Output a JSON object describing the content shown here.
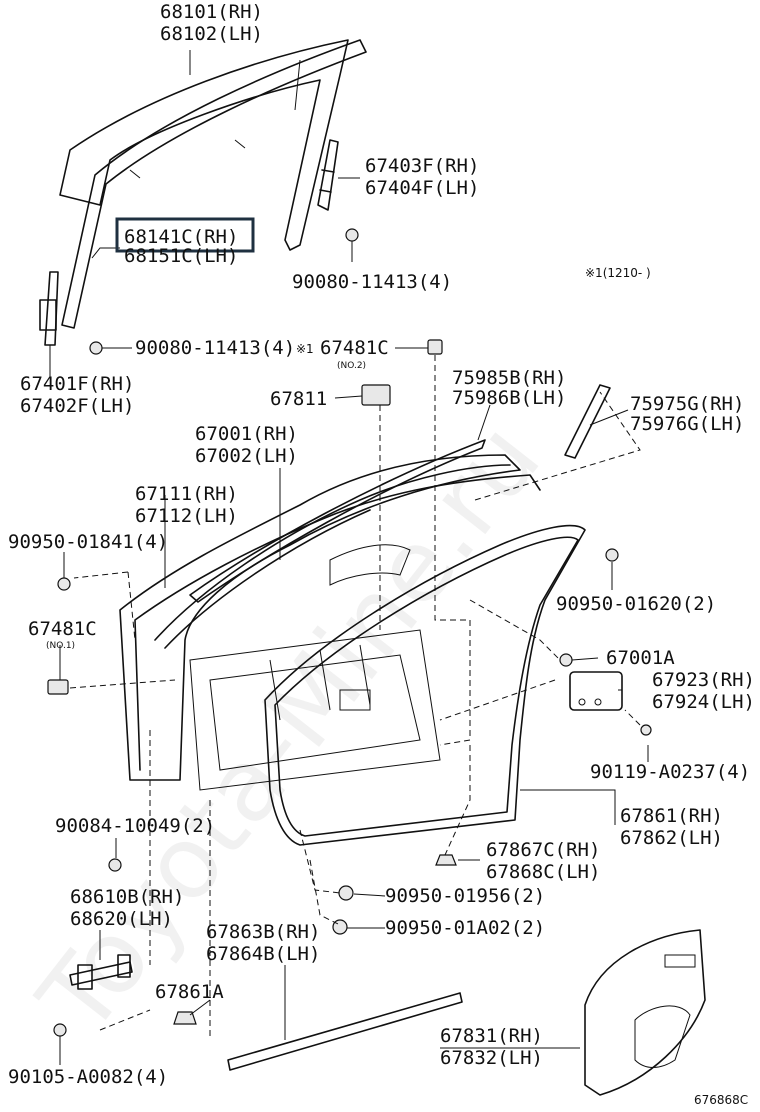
{
  "watermark": "Toyota-Mine.ru",
  "diagram_code": "676868C",
  "note": "※1(1210-    )",
  "labels": {
    "glass_rh": "68101(RH)",
    "glass_lh": "68102(LH)",
    "run_front_rh": "68141C(RH)",
    "run_front_lh": "68151C(LH)",
    "reg_rear_rh": "67403F(RH)",
    "reg_rear_lh": "67404F(LH)",
    "bolt_a": "90080-11413(4)",
    "bolt_b": "90080-11413(4)",
    "channel_rh": "67401F(RH)",
    "channel_lh": "67402F(LH)",
    "mark_1": "※1",
    "pad_no2": "67481C",
    "no2": "(NO.2)",
    "cushion": "67811",
    "belt_rh": "75985B(RH)",
    "belt_lh": "75986B(LH)",
    "frame_rh": "75975G(RH)",
    "frame_lh": "75976G(LH)",
    "panel_rh": "67001(RH)",
    "panel_lh": "67002(LH)",
    "sub_rh": "67111(RH)",
    "sub_lh": "67112(LH)",
    "plug_a": "90950-01841(4)",
    "plug_b": "90950-01620(2)",
    "pad_no1": "67481C",
    "no1": "(NO.1)",
    "clip_a": "67001A",
    "prot_rh": "67923(RH)",
    "prot_lh": "67924(LH)",
    "screw_a": "90119-A0237(4)",
    "bolt_c": "90084-10049(2)",
    "ws_rh": "67861(RH)",
    "ws_lh": "67862(LH)",
    "ws_sub_rh": "67867C(RH)",
    "ws_sub_lh": "67868C(LH)",
    "check_rh": "68610B(RH)",
    "check_lh": "68620(LH)",
    "plug_c": "90950-01956(2)",
    "plug_d": "90950-01A02(2)",
    "ws_lower_rh": "67863B(RH)",
    "ws_lower_lh": "67864B(LH)",
    "ws_lower": "67861A",
    "cover_rh": "67831(RH)",
    "cover_lh": "67832(LH)",
    "bolt_d": "90105-A0082(4)"
  },
  "highlight": {
    "target": "68141C(RH)",
    "color": "#1f3040"
  },
  "colors": {
    "line": "#111111",
    "background": "#ffffff",
    "watermark": "#d9d9d9"
  }
}
